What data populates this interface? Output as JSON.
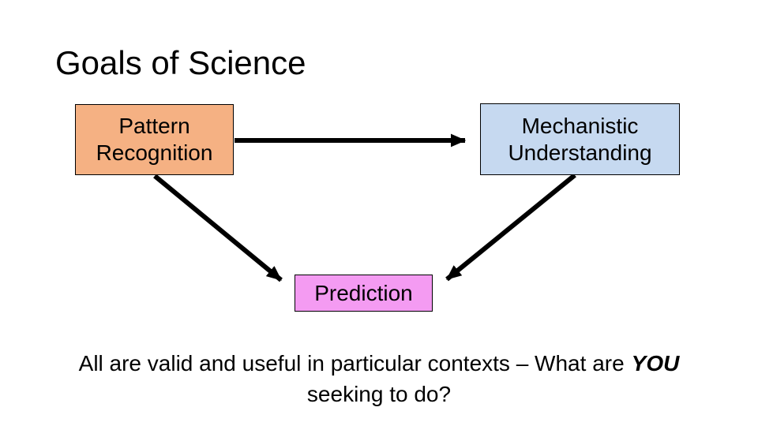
{
  "slide": {
    "title": "Goals of Science",
    "diagram": {
      "pattern_box": {
        "line1": "Pattern",
        "line2": "Recognition",
        "fill": "#F5B183"
      },
      "mechanistic_box": {
        "line1": "Mechanistic",
        "line2": "Understanding",
        "fill": "#C6D9F0"
      },
      "prediction_box": {
        "label": "Prediction",
        "fill": "#F49BF2"
      },
      "arrow_color": "#000000",
      "arrows": [
        {
          "from": "Pattern Recognition",
          "to": "Mechanistic Understanding"
        },
        {
          "from": "Pattern Recognition",
          "to": "Prediction"
        },
        {
          "from": "Mechanistic Understanding",
          "to": "Prediction"
        }
      ]
    },
    "footer": {
      "line1_prefix": "All are valid and useful in particular contexts – What are",
      "line1_emphasis": "YOU",
      "line2": "seeking to do?"
    }
  }
}
